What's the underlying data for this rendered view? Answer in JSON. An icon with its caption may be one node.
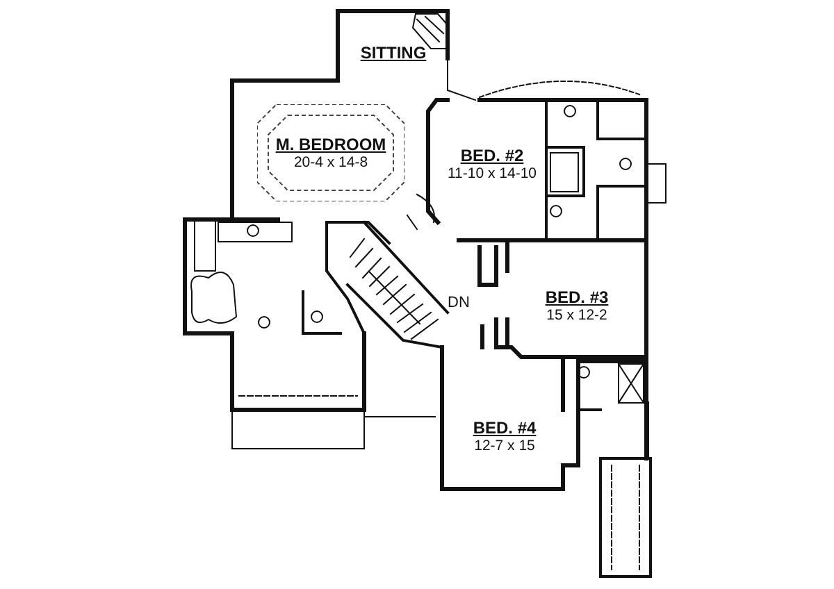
{
  "diagram": {
    "nodes": [
      {
        "text": [
          "SITTING"
        ]
      },
      {
        "text": [
          "M. BEDROOM",
          "20-4 x 14-8"
        ]
      },
      {
        "text": [
          "BED. #2",
          "11-10 x 14-10"
        ]
      },
      {
        "text": [
          "BED. #3",
          "15 x 12-2"
        ]
      },
      {
        "text": [
          "BED. #4",
          "12-7 x 15"
        ]
      }
    ],
    "labels": [
      "DN"
    ]
  }
}
